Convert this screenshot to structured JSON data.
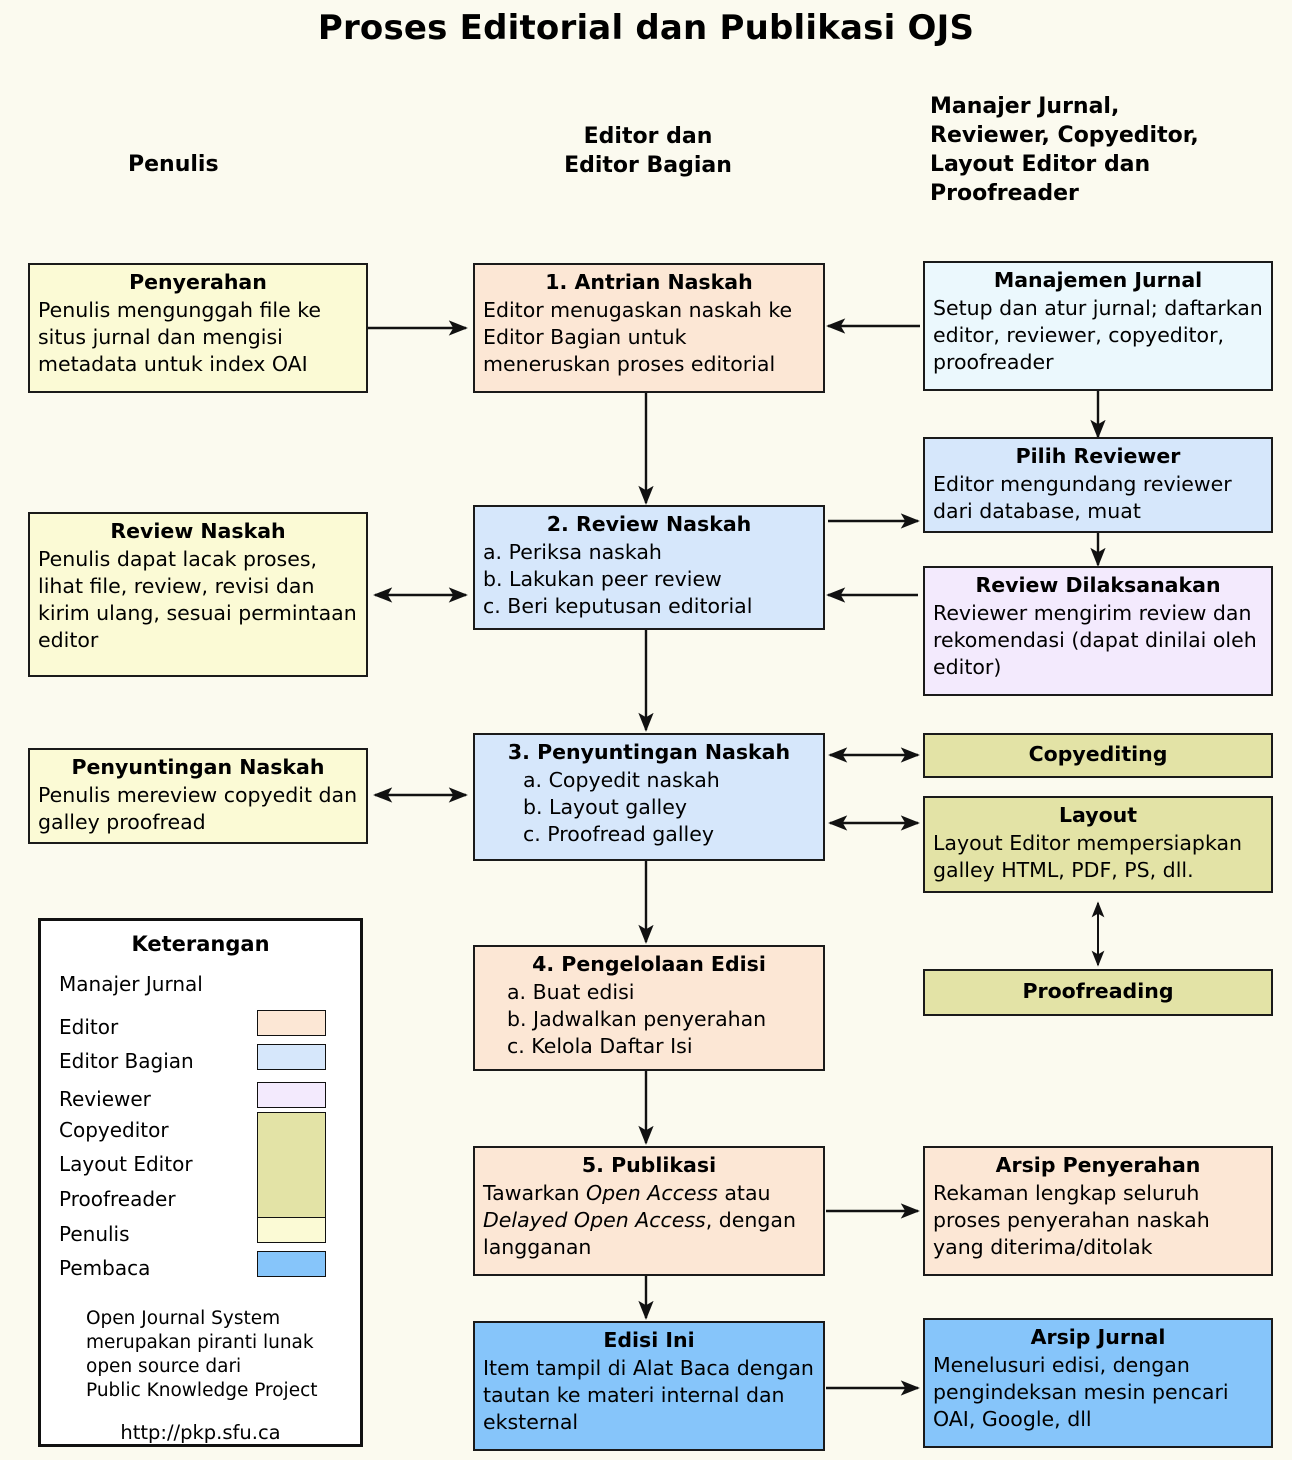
{
  "title": "Proses Editorial dan Publikasi OJS",
  "columns": {
    "left": "Penulis",
    "center": "Editor dan\nEditor Bagian",
    "center_line1": "Editor dan",
    "center_line2": "Editor Bagian",
    "right_line1": "Manajer Jurnal,",
    "right_line2": "Reviewer, Copyeditor,",
    "right_line3": "Layout Editor dan",
    "right_line4": "Proofreader"
  },
  "boxes": {
    "penyerahan": {
      "title": "Penyerahan",
      "body": "Penulis mengunggah file ke situs jurnal dan mengisi metadata untuk index OAI",
      "role": "Penulis"
    },
    "antrian": {
      "title": "1. Antrian Naskah",
      "body": "Editor menugaskan naskah ke Editor Bagian untuk meneruskan proses editorial",
      "role": "Editor"
    },
    "manajemen": {
      "title": "Manajemen Jurnal",
      "body": "Setup dan atur jurnal; daftarkan editor, reviewer, copyeditor, proofreader",
      "role": "Manajer Jurnal"
    },
    "review_naskah_penulis": {
      "title": "Review Naskah",
      "body": "Penulis dapat lacak proses, lihat file, review, revisi dan kirim ulang, sesuai permintaan editor",
      "role": "Penulis"
    },
    "review_naskah": {
      "title": "2. Review Naskah",
      "items": [
        "a. Periksa naskah",
        "b. Lakukan peer review",
        "c. Beri keputusan editorial"
      ],
      "role": "Editor Bagian"
    },
    "pilih_reviewer": {
      "title": "Pilih Reviewer",
      "body": "Editor mengundang reviewer dari database, muat",
      "role": "Editor Bagian"
    },
    "review_dilaksanakan": {
      "title": "Review Dilaksanakan",
      "body": "Reviewer mengirim review dan rekomendasi (dapat dinilai oleh editor)",
      "role": "Reviewer"
    },
    "penyuntingan_penulis": {
      "title": "Penyuntingan Naskah",
      "body": "Penulis mereview copyedit dan galley proofread",
      "role": "Penulis"
    },
    "penyuntingan": {
      "title": "3. Penyuntingan Naskah",
      "items": [
        "a. Copyedit naskah",
        "b. Layout galley",
        "c. Proofread galley"
      ],
      "role": "Editor Bagian"
    },
    "copyediting": {
      "title": "Copyediting",
      "role": "Copyeditor"
    },
    "layout": {
      "title": "Layout",
      "body": "Layout Editor mempersiapkan galley HTML, PDF, PS, dll.",
      "role": "Layout Editor"
    },
    "proofreading": {
      "title": "Proofreading",
      "role": "Proofreader"
    },
    "pengelolaan": {
      "title": "4. Pengelolaan Edisi",
      "items": [
        "a. Buat edisi",
        "b. Jadwalkan penyerahan",
        "c. Kelola Daftar Isi"
      ],
      "role": "Editor"
    },
    "publikasi": {
      "title": "5. Publikasi",
      "body_part1": "Tawarkan ",
      "body_em1": "Open Access",
      "body_part2": " atau ",
      "body_em2": "Delayed Open Access",
      "body_part3": ", dengan langganan",
      "role": "Editor"
    },
    "arsip_penyerahan": {
      "title": "Arsip Penyerahan",
      "body": "Rekaman lengkap seluruh proses penyerahan naskah yang diterima/ditolak",
      "role": "Editor"
    },
    "edisi_ini": {
      "title": "Edisi Ini",
      "body": "Item tampil di Alat Baca dengan tautan ke materi internal dan eksternal",
      "role": "Pembaca"
    },
    "arsip_jurnal": {
      "title": "Arsip Jurnal",
      "body": "Menelusuri edisi, dengan pengindeksan mesin pencari OAI, Google, dll",
      "role": "Pembaca"
    }
  },
  "legend": {
    "title": "Keterangan",
    "entries": [
      {
        "label": "Manajer Jurnal",
        "color": ""
      },
      {
        "label": "Editor",
        "color": "#fce7d5"
      },
      {
        "label": "Editor Bagian",
        "color": "#d6e7fb"
      },
      {
        "label": "Reviewer",
        "color": "#f3eafd"
      },
      {
        "label": "Copyeditor",
        "color": "#e3e3a6"
      },
      {
        "label": "Layout Editor",
        "color": "#e3e3a6"
      },
      {
        "label": "Proofreader",
        "color": "#e3e3a6"
      },
      {
        "label": "Penulis",
        "color": "#fbfad5"
      },
      {
        "label": "Pembaca",
        "color": "#86c5fa"
      }
    ],
    "blurb_line1": "Open Journal System",
    "blurb_line2": "merupakan piranti lunak",
    "blurb_line3": "open source dari",
    "blurb_line4": "Public Knowledge Project",
    "url": "http://pkp.sfu.ca"
  },
  "colors": {
    "background": "#fbfaef",
    "border": "#1a1a1a",
    "editor": "#fce7d5",
    "section_editor": "#d6e7fb",
    "journal_manager": "#ebf8fd",
    "reviewer": "#f3eafd",
    "copyeditor": "#e3e3a6",
    "author": "#fbfad5",
    "reader": "#86c5fa"
  }
}
